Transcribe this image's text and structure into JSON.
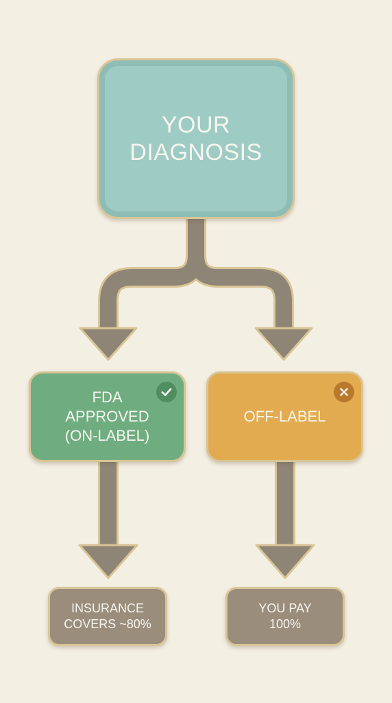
{
  "nodes": {
    "diagnosis": {
      "lines": [
        "YOUR",
        "DIAGNOSIS"
      ]
    },
    "approved": {
      "lines": [
        "FDA",
        "APPROVED",
        "(ON-LABEL)"
      ],
      "icon": "check-icon"
    },
    "off_label": {
      "lines": [
        "OFF-LABEL"
      ],
      "icon": "close-icon"
    },
    "insurance": {
      "lines": [
        "INSURANCE",
        "COVERS ~80%"
      ]
    },
    "you_pay": {
      "lines": [
        "YOU PAY",
        "100%"
      ]
    }
  },
  "colors": {
    "background": "#f4efe3",
    "diagnosis": "#9ecbc4",
    "approved": "#6fad80",
    "off_label": "#e2ab4f",
    "outcome": "#9b8d7c",
    "arrow": "#8f8577",
    "outline": "#d8c596"
  }
}
